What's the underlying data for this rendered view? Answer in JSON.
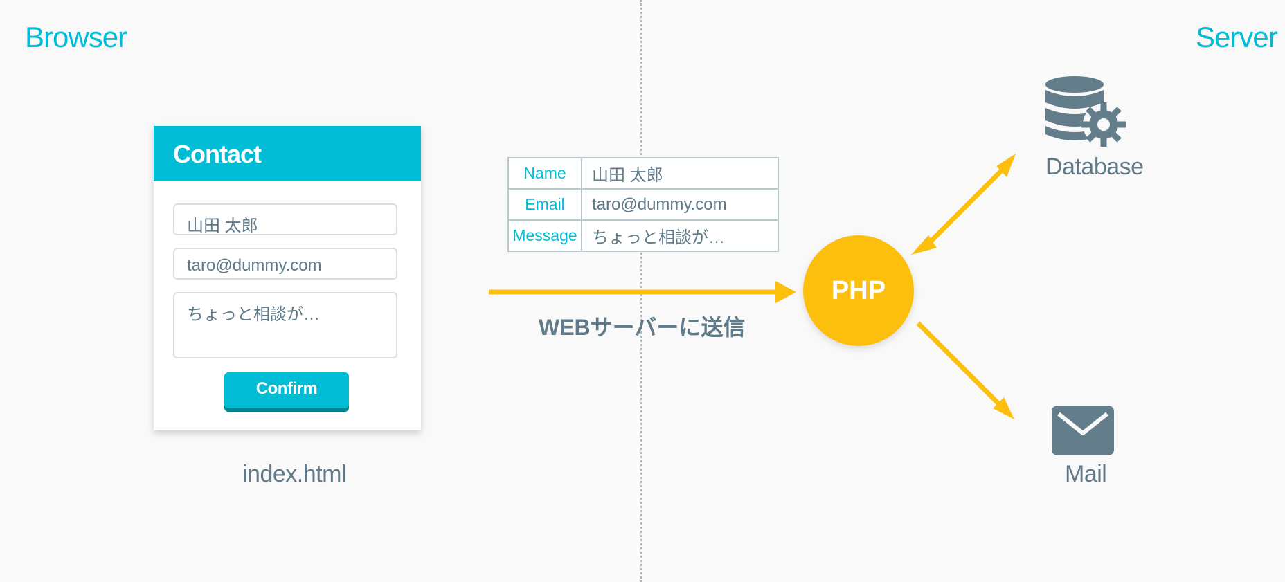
{
  "labels": {
    "browser": "Browser",
    "server": "Server",
    "page_file": "index.html",
    "send": "WEBサーバーに送信",
    "php": "PHP",
    "database": "Database",
    "mail": "Mail"
  },
  "form": {
    "title": "Contact",
    "name_value": "山田 太郎",
    "email_value": "taro@dummy.com",
    "message_value": "ちょっと相談が…",
    "confirm_label": "Confirm"
  },
  "table": {
    "rows": [
      {
        "key": "Name",
        "value": "山田 太郎"
      },
      {
        "key": "Email",
        "value": "taro@dummy.com"
      },
      {
        "key": "Message",
        "value": "ちょっと相談が…"
      }
    ]
  },
  "icons": {
    "database": "database-gear-icon",
    "mail": "envelope-icon"
  },
  "colors": {
    "accent": "#00bcd4",
    "arrow": "#fdbf0d",
    "text": "#5f7a88",
    "icon": "#647d8b"
  }
}
